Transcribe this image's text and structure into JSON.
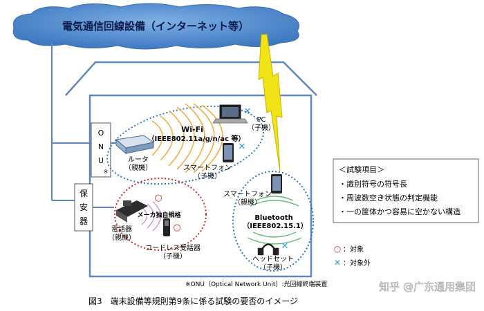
{
  "cloud": {
    "title": "電気通信回線設備（インターネット等）"
  },
  "onu": {
    "chars": [
      "O",
      "N",
      "U"
    ],
    "mark": "※"
  },
  "hoan": {
    "chars": [
      "保",
      "安",
      "器"
    ]
  },
  "wifi": {
    "title": "Wi-Fi",
    "standard": "（IEEE802.11a/g/n/ac 等）"
  },
  "router": {
    "label": "ルータ",
    "role": "（親機）"
  },
  "pc": {
    "label": "PC",
    "role": "（子機）"
  },
  "smartphone_wifi": {
    "label": "スマートフォン",
    "role": "（子機）"
  },
  "smartphone_bt": {
    "label": "スマートフォン",
    "role": "（親機）"
  },
  "bluetooth": {
    "title": "Bluetooth",
    "standard": "（IEEE802.15.1）"
  },
  "headset": {
    "label": "ヘッドセット",
    "role": "（子機）"
  },
  "phone": {
    "label": "電話器",
    "role": "（親機）"
  },
  "maker": {
    "label": "メーカ独自規格"
  },
  "cordless": {
    "label": "コードレス受話器",
    "role": "（子機）"
  },
  "test_items": {
    "heading": "＜試験項目＞",
    "items": [
      "・識別符号の符号長",
      "・周波数空き状態の判定機能",
      "・一の筐体かつ容易に空かない構造"
    ]
  },
  "legend": {
    "target": "：対象",
    "nontarget": "：対象外"
  },
  "footnote": "※ONU（Optical Network Unit）:光回線終端装置",
  "caption": "図3　端末設備等規則第9条に係る試験の要否のイメージ",
  "watermark": "知乎 @广东通用集团",
  "colors": {
    "cloud": "#4f86c8",
    "line": "#5f87bc",
    "lightning": "#f2e218",
    "dotted": "#2e74c0",
    "red": "#e02020"
  }
}
